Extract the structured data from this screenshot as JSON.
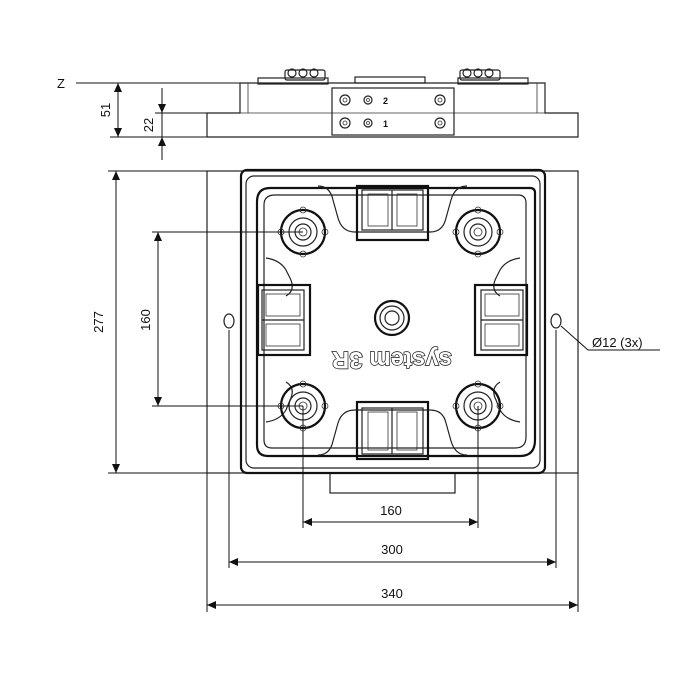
{
  "dimensions": {
    "z_label": "Z",
    "height_51": "51",
    "height_22": "22",
    "height_277": "277",
    "spacing_160_vertical": "160",
    "spacing_160_horizontal": "160",
    "width_300": "300",
    "width_340": "340",
    "hole_callout": "Ø12 (3x)"
  },
  "side_view": {
    "port_1": "1",
    "port_2": "2"
  },
  "plate": {
    "brand_text": "system 3R"
  }
}
